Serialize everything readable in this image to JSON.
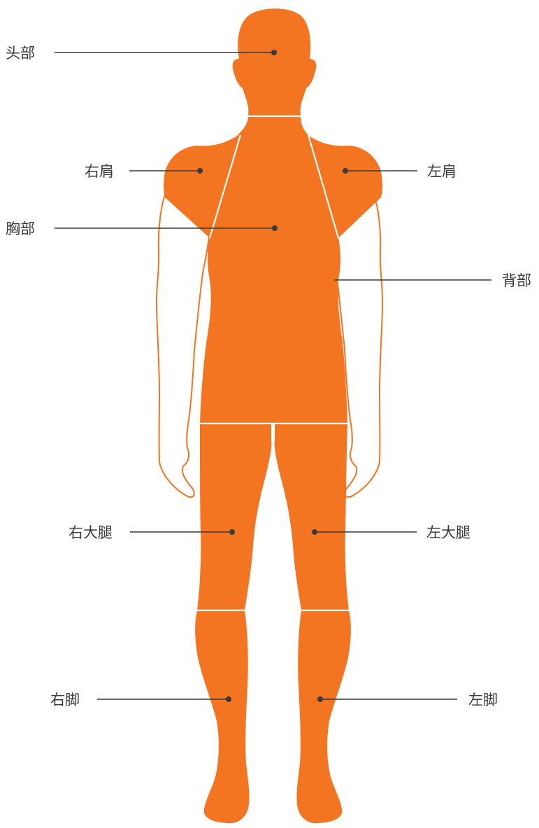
{
  "colors": {
    "body_fill": "#f37421",
    "arm_outline": "#f37421",
    "seam": "#ffffff",
    "leader": "#3a3a3a",
    "label_text": "#3a3a3a",
    "background": "#ffffff"
  },
  "labels": {
    "head": "头部",
    "right_shoulder": "右肩",
    "left_shoulder": "左肩",
    "chest": "胸部",
    "back": "背部",
    "right_thigh": "右大腿",
    "left_thigh": "左大腿",
    "right_foot": "右脚",
    "left_foot": "左脚"
  }
}
